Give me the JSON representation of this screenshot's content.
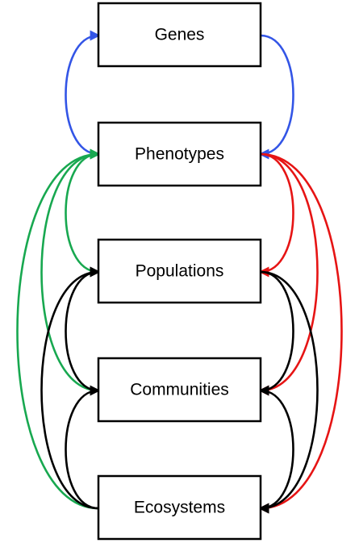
{
  "nodes": {
    "genes": {
      "label": "Genes"
    },
    "phenotypes": {
      "label": "Phenotypes"
    },
    "populations": {
      "label": "Populations"
    },
    "communities": {
      "label": "Communities"
    },
    "ecosystems": {
      "label": "Ecosystems"
    }
  },
  "colors": {
    "blue": "#3355e6",
    "green": "#18a850",
    "red": "#e61414",
    "black": "#000000"
  },
  "edges": [
    {
      "from": "phenotypes",
      "to": "genes",
      "color": "blue",
      "side": "left"
    },
    {
      "from": "genes",
      "to": "phenotypes",
      "color": "blue",
      "side": "right"
    },
    {
      "from": "populations",
      "to": "phenotypes",
      "color": "green",
      "side": "left"
    },
    {
      "from": "communities",
      "to": "phenotypes",
      "color": "green",
      "side": "left"
    },
    {
      "from": "ecosystems",
      "to": "phenotypes",
      "color": "green",
      "side": "left"
    },
    {
      "from": "phenotypes",
      "to": "populations",
      "color": "red",
      "side": "right"
    },
    {
      "from": "phenotypes",
      "to": "communities",
      "color": "red",
      "side": "right"
    },
    {
      "from": "phenotypes",
      "to": "ecosystems",
      "color": "red",
      "side": "right"
    },
    {
      "from": "communities",
      "to": "populations",
      "color": "black",
      "side": "left"
    },
    {
      "from": "ecosystems",
      "to": "populations",
      "color": "black",
      "side": "left"
    },
    {
      "from": "ecosystems",
      "to": "communities",
      "color": "black",
      "side": "left"
    },
    {
      "from": "populations",
      "to": "communities",
      "color": "black",
      "side": "right"
    },
    {
      "from": "populations",
      "to": "ecosystems",
      "color": "black",
      "side": "right"
    },
    {
      "from": "communities",
      "to": "ecosystems",
      "color": "black",
      "side": "right"
    }
  ]
}
